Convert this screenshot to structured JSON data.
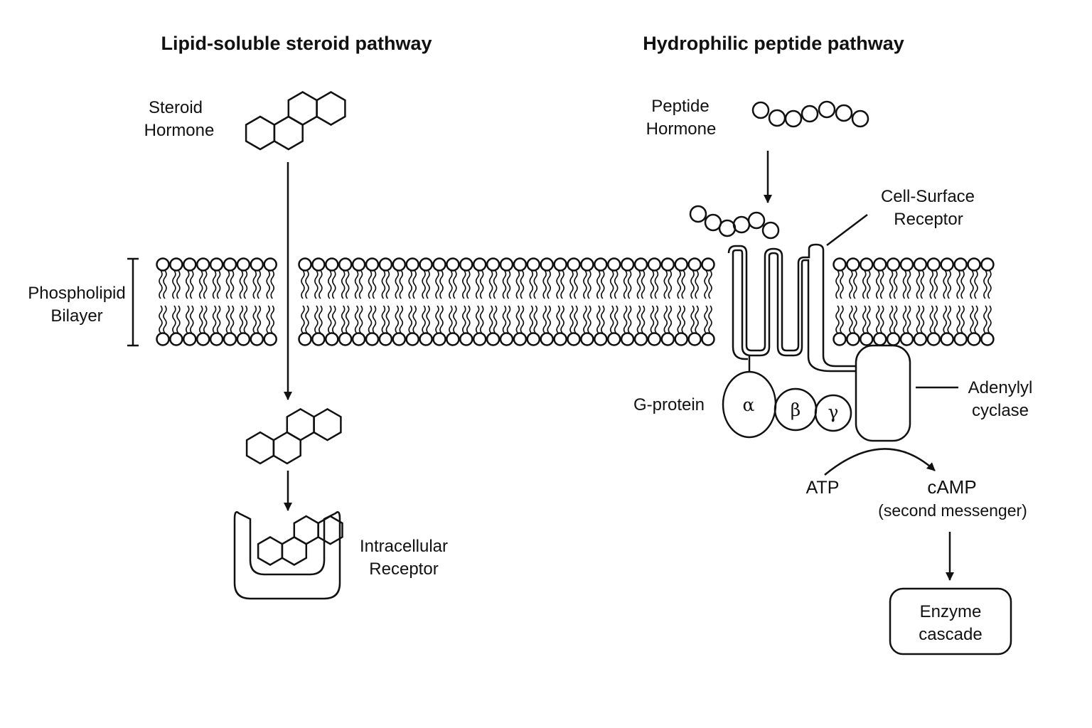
{
  "titles": {
    "left": "Lipid-soluble steroid pathway",
    "right": "Hydrophilic peptide pathway"
  },
  "labels": {
    "steroid_hormone": [
      "Steroid",
      "Hormone"
    ],
    "peptide_hormone": [
      "Peptide",
      "Hormone"
    ],
    "phospholipid_bilayer": [
      "Phospholipid",
      "Bilayer"
    ],
    "cell_surface_receptor": [
      "Cell-Surface",
      "Receptor"
    ],
    "g_protein": "G-protein",
    "adenylyl_cyclase": [
      "Adenylyl",
      "cyclase"
    ],
    "intracellular_receptor": [
      "Intracellular",
      "Receptor"
    ],
    "atp": "ATP",
    "camp": "cAMP",
    "second_messenger": "(second messenger)",
    "enzyme_cascade": [
      "Enzyme",
      "cascade"
    ]
  },
  "subunits": {
    "alpha": "α",
    "beta": "β",
    "gamma": "γ"
  },
  "colors": {
    "stroke": "#111111",
    "background": "#ffffff"
  }
}
